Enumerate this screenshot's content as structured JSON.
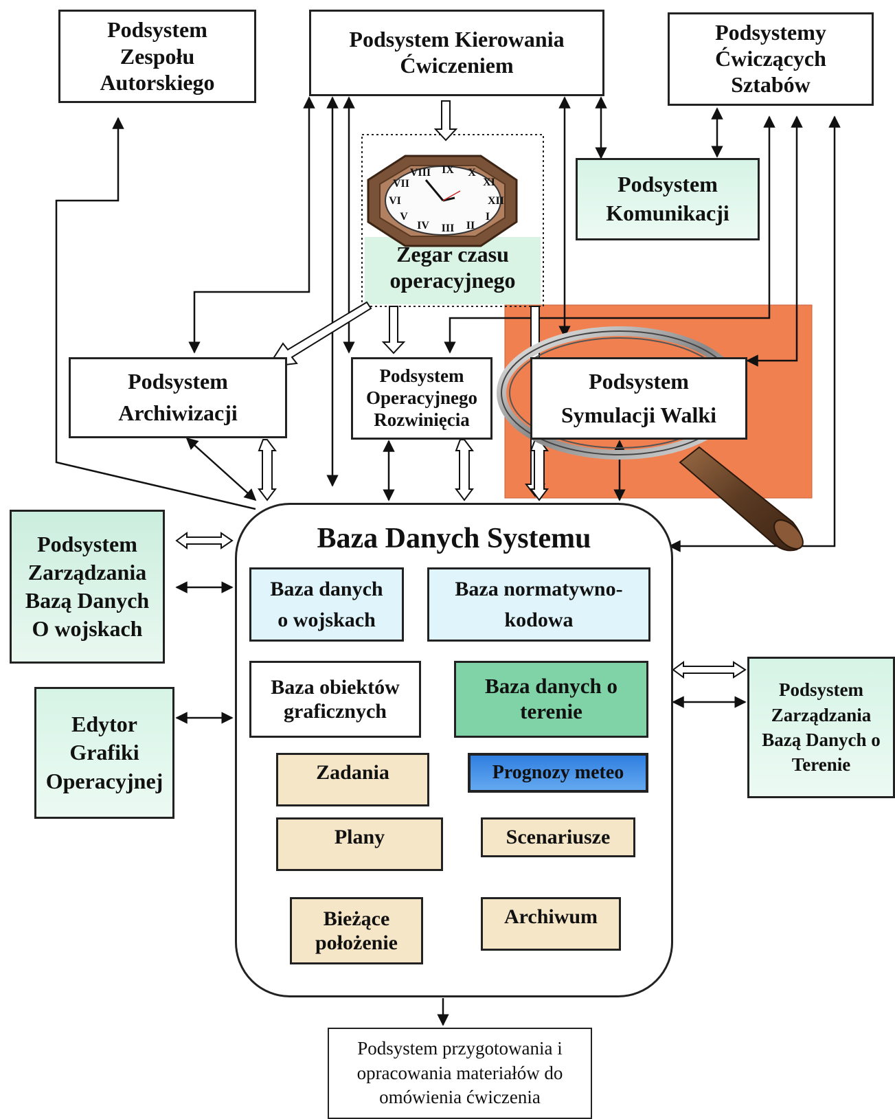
{
  "nodes": {
    "zespol": {
      "lines": [
        "Podsystem",
        "Zespołu",
        "Autorskiego"
      ]
    },
    "kierowanie": {
      "lines": [
        "Podsystem Kierowania",
        "Ćwiczeniem"
      ]
    },
    "cwiczace": {
      "lines": [
        "Podsystemy",
        "Ćwiczących",
        "Sztabów"
      ]
    },
    "komunikacja": {
      "lines": [
        "Podsystem",
        "Komunikacji"
      ]
    },
    "zegar": {
      "lines": [
        "Zegar czasu",
        "operacyjnego"
      ]
    },
    "archiwizacja": {
      "lines": [
        "Podsystem",
        "Archiwizacji"
      ]
    },
    "rozwiniecie": {
      "lines": [
        "Podsystem",
        "Operacyjnego",
        "Rozwinięcia"
      ]
    },
    "symulacja": {
      "lines": [
        "Podsystem",
        "Symulacji Walki"
      ]
    },
    "zarzadzanie_wojska": {
      "lines": [
        "Podsystem",
        "Zarządzania",
        "Bazą Danych",
        "O wojskach"
      ]
    },
    "edytor": {
      "lines": [
        "Edytor",
        "Grafiki",
        "Operacyjnej"
      ]
    },
    "zarzadzanie_teren": {
      "lines": [
        "Podsystem",
        "Zarządzania",
        "Bazą Danych o",
        "Terenie"
      ]
    },
    "omowienie": {
      "lines": [
        "Podsystem przygotowania i",
        "opracowania materiałów do",
        "omówienia ćwiczenia"
      ]
    }
  },
  "database": {
    "title": "Baza Danych Systemu",
    "items": {
      "wojska": {
        "lines": [
          "Baza danych",
          "o wojskach"
        ]
      },
      "normatywno": {
        "lines": [
          "Baza normatywno-",
          "kodowa"
        ]
      },
      "graficzne": {
        "lines": [
          "Baza obiektów",
          "graficznych"
        ]
      },
      "teren": {
        "lines": [
          "Baza danych o",
          "terenie"
        ]
      },
      "zadania": {
        "lines": [
          "Zadania"
        ]
      },
      "meteo": {
        "lines": [
          "Prognozy meteo"
        ]
      },
      "plany": {
        "lines": [
          "Plany"
        ]
      },
      "scenariusze": {
        "lines": [
          "Scenariusze"
        ]
      },
      "biezace": {
        "lines": [
          "Bieżące",
          "położenie"
        ]
      },
      "archiwum": {
        "lines": [
          "Archiwum"
        ]
      }
    }
  },
  "colors": {
    "mint": "#d6f4e6",
    "sky": "#e0f5fb",
    "terrain_green": "#7fd3a6",
    "sand": "#f6e6c8",
    "meteo_blue": "#2f7fe0",
    "simulation_orange": "#f08050",
    "clock_wood": "#7a5238"
  },
  "icons": {
    "clock": "octagonal-wall-clock-icon",
    "magnifier": "magnifying-glass-icon"
  }
}
